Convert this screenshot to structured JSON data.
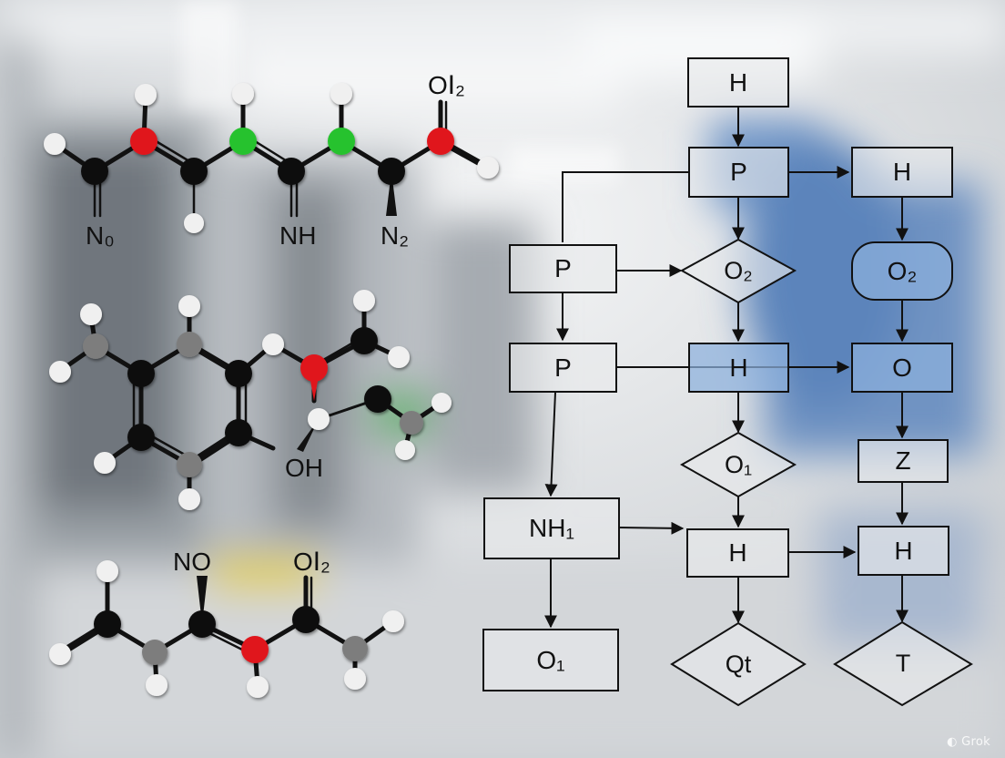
{
  "molecules": {
    "chain_top": {
      "labels": [
        "N₀",
        "NH",
        "N₂",
        "OⅠ₂"
      ]
    },
    "ring_mid": {
      "labels": [
        "OH"
      ]
    },
    "chain_bottom": {
      "labels": [
        "NO",
        "OⅠ₂"
      ]
    }
  },
  "flowchart": {
    "nodes": [
      {
        "id": "n1",
        "label": "H",
        "shape": "rect"
      },
      {
        "id": "n2",
        "label": "P",
        "shape": "rect"
      },
      {
        "id": "n3",
        "label": "H",
        "shape": "rect"
      },
      {
        "id": "n4",
        "label": "P",
        "shape": "rect"
      },
      {
        "id": "n5",
        "label": "O₂",
        "shape": "diamond"
      },
      {
        "id": "n6",
        "label": "O₂",
        "shape": "pill",
        "color": "#8fb3df"
      },
      {
        "id": "n7",
        "label": "P",
        "shape": "rect"
      },
      {
        "id": "n8",
        "label": "H",
        "shape": "rect",
        "color": "#8fb3df"
      },
      {
        "id": "n9",
        "label": "O",
        "shape": "rect",
        "color": "#8fb3df"
      },
      {
        "id": "n10",
        "label": "O₁",
        "shape": "diamond"
      },
      {
        "id": "n11",
        "label": "Z",
        "shape": "rect"
      },
      {
        "id": "n12",
        "label": "NH₁",
        "shape": "rect"
      },
      {
        "id": "n13",
        "label": "H",
        "shape": "rect"
      },
      {
        "id": "n14",
        "label": "H",
        "shape": "rect"
      },
      {
        "id": "n15",
        "label": "O₁",
        "shape": "rect"
      },
      {
        "id": "n16",
        "label": "Qt",
        "shape": "diamond"
      },
      {
        "id": "n17",
        "label": "T",
        "shape": "diamond"
      }
    ],
    "edges": [
      [
        "n1",
        "n2"
      ],
      [
        "n2",
        "n3"
      ],
      [
        "n2",
        "n4"
      ],
      [
        "n2",
        "n5"
      ],
      [
        "n3",
        "n6"
      ],
      [
        "n4",
        "n5"
      ],
      [
        "n4",
        "n7"
      ],
      [
        "n5",
        "n8"
      ],
      [
        "n6",
        "n9"
      ],
      [
        "n7",
        "n9"
      ],
      [
        "n8",
        "n10"
      ],
      [
        "n9",
        "n11"
      ],
      [
        "n7",
        "n12"
      ],
      [
        "n12",
        "n13"
      ],
      [
        "n10",
        "n13"
      ],
      [
        "n11",
        "n14"
      ],
      [
        "n13",
        "n14"
      ],
      [
        "n12",
        "n15"
      ],
      [
        "n13",
        "n16"
      ],
      [
        "n14",
        "n17"
      ]
    ]
  },
  "watermark": "Grok",
  "colors": {
    "carbon": "#111111",
    "oxygen": "#e0141c",
    "nitrogen": "#27c22d",
    "hydrogen": "#f2f2f2",
    "methyl": "#7d7d7d",
    "box_blue": "#8fb3df",
    "ink": "#111111"
  }
}
